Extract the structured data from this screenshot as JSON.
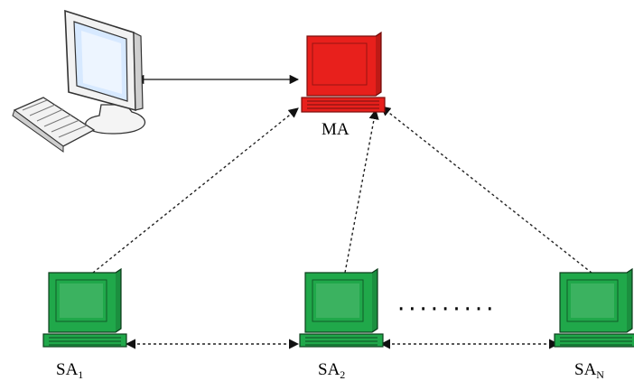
{
  "nodes": {
    "master": {
      "label": "MA",
      "color": "#e8201c"
    },
    "slave_1": {
      "label_main": "SA",
      "label_sub": "1",
      "color": "#20a84a"
    },
    "slave_2": {
      "label_main": "SA",
      "label_sub": "2",
      "color": "#20a84a"
    },
    "slave_n": {
      "label_main": "SA",
      "label_sub": "N",
      "color": "#20a84a"
    }
  },
  "ellipsis": "·········"
}
